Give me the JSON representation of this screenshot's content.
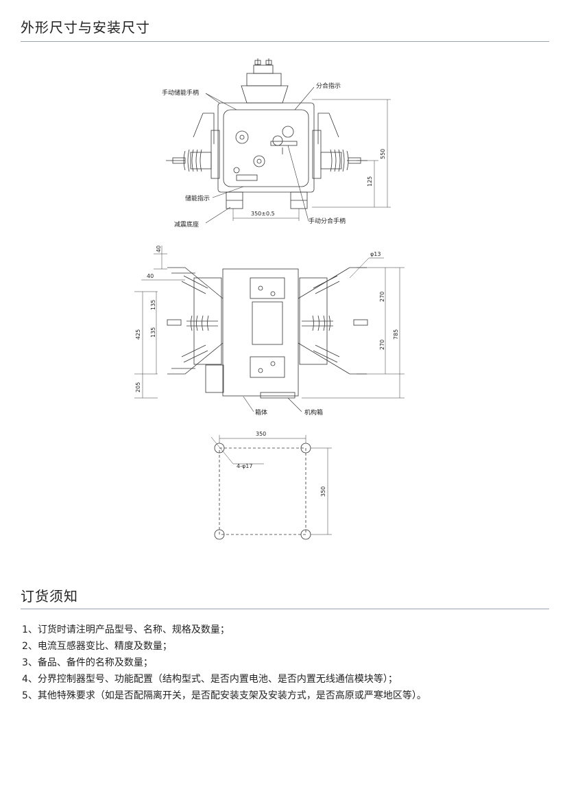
{
  "section1": {
    "title": "外形尺寸与安装尺寸"
  },
  "drawing": {
    "front_view": {
      "labels": {
        "manual_spring_handle": "手动储能手柄",
        "close_open_indicator": "分合指示",
        "spring_indicator": "储能指示",
        "base": "减震底座",
        "manual_trip_handle": "手动分合手柄"
      },
      "dims": {
        "height": "550",
        "lower": "125",
        "width": "350±0.5"
      }
    },
    "top_view": {
      "labels": {
        "tank": "箱体",
        "mechanism": "机构箱"
      },
      "dims": {
        "top_offset": "40",
        "side_offset": "40",
        "upper_135": "135",
        "lower_135": "135",
        "span_425": "425",
        "bottom_205": "205",
        "phase_upper": "270",
        "phase_lower": "270",
        "total_785": "785",
        "hole": "φ13"
      }
    },
    "mounting": {
      "dims": {
        "width": "350",
        "depth": "350",
        "holes": "4-φ17"
      }
    }
  },
  "section2": {
    "title": "订货须知",
    "items": [
      "1、订货时请注明产品型号、名称、规格及数量；",
      "2、电流互感器变比、精度及数量；",
      "3、备品、备件的名称及数量；",
      "4、分界控制器型号、功能配置（结构型式、是否内置电池、是否内置无线通信模块等）；",
      "5、其他特殊要求（如是否配隔离开关，是否配安装支架及安装方式，是否高原或严寒地区等）。"
    ]
  }
}
